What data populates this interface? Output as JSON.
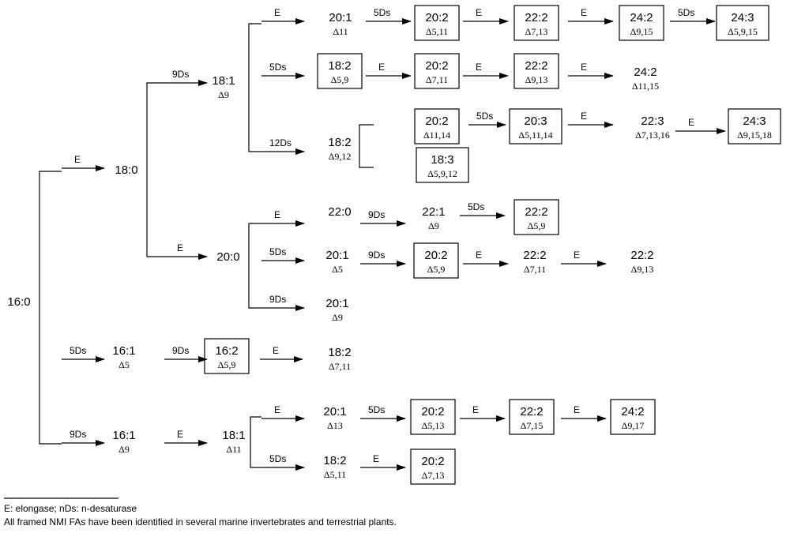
{
  "nodes": {
    "n16_0": {
      "name": "16:0",
      "delta": ""
    },
    "n18_0": {
      "name": "18:0",
      "delta": ""
    },
    "n18_1a": {
      "name": "18:1",
      "delta": "Δ9"
    },
    "n20_1a": {
      "name": "20:1",
      "delta": "Δ11"
    },
    "n20_2a": {
      "name": "20:2",
      "delta": "Δ5,11"
    },
    "n22_2a": {
      "name": "22:2",
      "delta": "Δ7,13"
    },
    "n24_2a": {
      "name": "24:2",
      "delta": "Δ9,15"
    },
    "n24_3a": {
      "name": "24:3",
      "delta": "Δ5,9,15"
    },
    "n18_2a": {
      "name": "18:2",
      "delta": "Δ5,9"
    },
    "n20_2b": {
      "name": "20:2",
      "delta": "Δ7,11"
    },
    "n22_2b": {
      "name": "22:2",
      "delta": "Δ9,13"
    },
    "n24_2b": {
      "name": "24:2",
      "delta": "Δ11,15"
    },
    "n18_2b": {
      "name": "18:2",
      "delta": "Δ9,12"
    },
    "n20_2c": {
      "name": "20:2",
      "delta": "Δ11,14"
    },
    "n20_3": {
      "name": "20:3",
      "delta": "Δ5,11,14"
    },
    "n22_3": {
      "name": "22:3",
      "delta": "Δ7,13,16"
    },
    "n24_3b": {
      "name": "24:3",
      "delta": "Δ9,15,18"
    },
    "n18_3": {
      "name": "18:3",
      "delta": "Δ5,9,12"
    },
    "n20_0": {
      "name": "20:0",
      "delta": ""
    },
    "n22_0": {
      "name": "22:0",
      "delta": ""
    },
    "n22_1": {
      "name": "22:1",
      "delta": "Δ9"
    },
    "n22_2c": {
      "name": "22:2",
      "delta": "Δ5,9"
    },
    "n20_1b": {
      "name": "20:1",
      "delta": "Δ5"
    },
    "n20_2d": {
      "name": "20:2",
      "delta": "Δ5,9"
    },
    "n22_2d": {
      "name": "22:2",
      "delta": "Δ7,11"
    },
    "n22_2e": {
      "name": "22:2",
      "delta": "Δ9,13"
    },
    "n20_1c": {
      "name": "20:1",
      "delta": "Δ9"
    },
    "n16_1a": {
      "name": "16:1",
      "delta": "Δ5"
    },
    "n16_2": {
      "name": "16:2",
      "delta": "Δ5,9"
    },
    "n18_2c": {
      "name": "18:2",
      "delta": "Δ7,11"
    },
    "n16_1b": {
      "name": "16:1",
      "delta": "Δ9"
    },
    "n18_1b": {
      "name": "18:1",
      "delta": "Δ11"
    },
    "n20_1d": {
      "name": "20:1",
      "delta": "Δ13"
    },
    "n20_2e": {
      "name": "20:2",
      "delta": "Δ5,13"
    },
    "n22_2f": {
      "name": "22:2",
      "delta": "Δ7,15"
    },
    "n24_2c": {
      "name": "24:2",
      "delta": "Δ9,17"
    },
    "n18_2d": {
      "name": "18:2",
      "delta": "Δ5,11"
    },
    "n20_2f": {
      "name": "20:2",
      "delta": "Δ7,13"
    }
  },
  "enzymes": {
    "E": "E",
    "D5": "5Ds",
    "D9": "9Ds",
    "D12": "12Ds"
  },
  "legend": {
    "line1": "E: elongase; nDs: n-desaturase",
    "line2": "All framed NMI FAs have been identified in several marine invertebrates and terrestrial plants."
  }
}
